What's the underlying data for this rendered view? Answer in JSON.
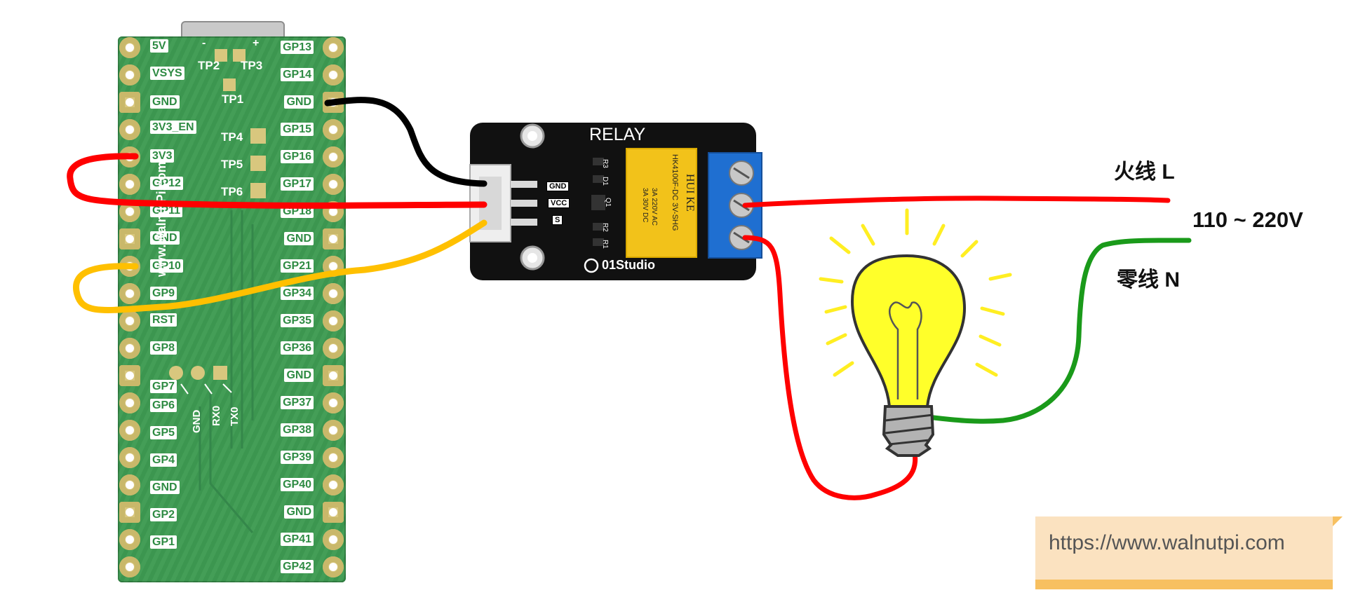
{
  "board": {
    "left_pins": [
      "5V",
      "VSYS",
      "GND",
      "3V3_EN",
      "3V3",
      "GP12",
      "GP11",
      "GND",
      "GP10",
      "GP9",
      "RST",
      "GP8",
      "GP7",
      "GP6",
      "GP5",
      "GP4",
      "GND",
      "GP2",
      "GP1"
    ],
    "right_pins": [
      "GP13",
      "GP14",
      "GND",
      "GP15",
      "GP16",
      "GP17",
      "GP18",
      "GND",
      "GP21",
      "GP34",
      "GP35",
      "GP36",
      "GND",
      "GP37",
      "GP38",
      "GP39",
      "GP40",
      "GND",
      "GP41",
      "GP42"
    ],
    "test_points": [
      "TP1",
      "TP2",
      "TP3",
      "TP4",
      "TP5",
      "TP6"
    ],
    "debug_labels": [
      "GND",
      "RX0",
      "TX0"
    ],
    "silk_url": "www.WalnutPi.com",
    "usb_marks": [
      "-",
      "+"
    ],
    "colors": {
      "pcb": "#3e9b52",
      "pad": "#d8c77e"
    }
  },
  "relay": {
    "title": "RELAY",
    "brand": "01Studio",
    "header_labels": [
      "GND",
      "VCC",
      "S"
    ],
    "component_labels": [
      "R3",
      "D1",
      "Q1",
      "R2",
      "R1"
    ],
    "relay_text": [
      "HK4100F-DC 3V-SHG",
      "HUI KE",
      "3A 220V AC",
      "3A 30V DC"
    ],
    "colors": {
      "board": "#111111",
      "relay_body": "#f2c21a",
      "terminal": "#1f6fd1"
    }
  },
  "annotations": {
    "live": "火线 L",
    "voltage": "110 ~ 220V",
    "neutral": "零线 N"
  },
  "watermark": {
    "url": "https://www.walnutpi.com"
  },
  "wires": {
    "colors": {
      "gnd": "#000000",
      "vcc": "#ff0000",
      "signal": "#ffc000",
      "live": "#ff0000",
      "neutral": "#1a9a1a"
    }
  },
  "bulb": {
    "glass_color": "#ffff2a",
    "ray_color": "#ffee22",
    "base_color": "#b3b3b3"
  }
}
